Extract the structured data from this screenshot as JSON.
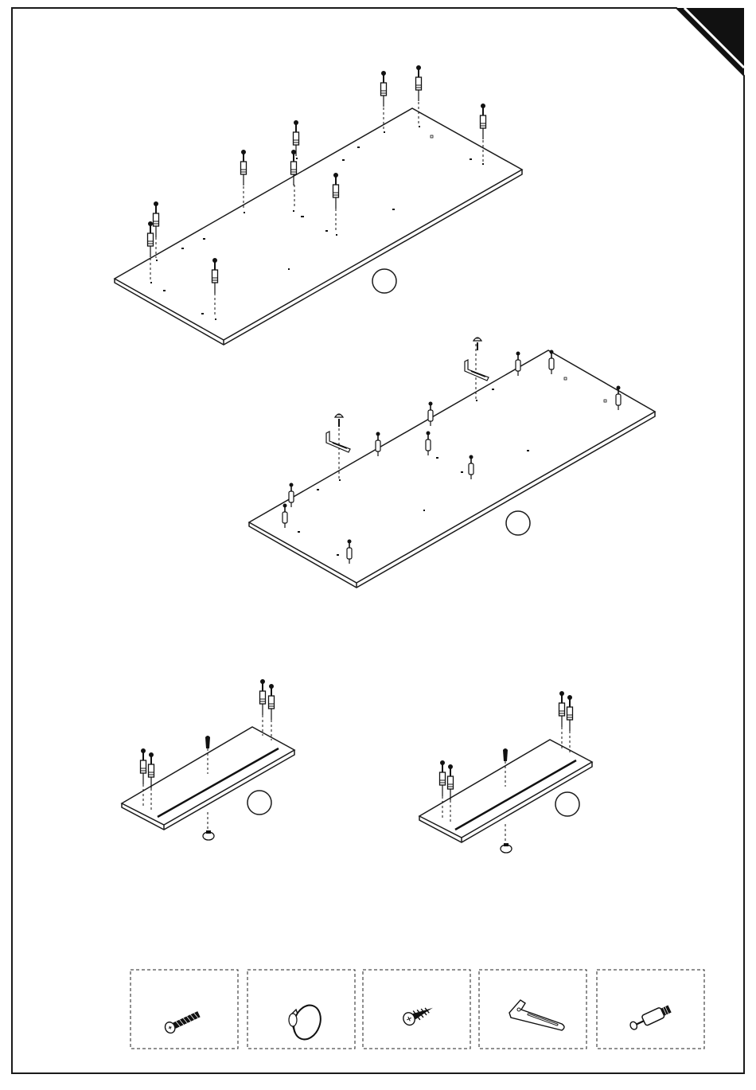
{
  "page": {
    "type": "assembly-instruction-diagram",
    "background": "#ffffff",
    "line_color": "#1a1a1a",
    "corner_tab_color": "#111111"
  },
  "steps": [
    {
      "name": "panel-1",
      "marker_label": "",
      "inserted_parts": [
        "cam-dowel",
        "cam-dowel",
        "cam-dowel",
        "cam-dowel",
        "cam-dowel",
        "cam-dowel",
        "cam-dowel",
        "cam-dowel",
        "cam-dowel",
        "cam-dowel",
        "cam-dowel"
      ]
    },
    {
      "name": "panel-2",
      "marker_label": "",
      "inserted_parts": [
        "cam-dowel",
        "l-bracket",
        "screw",
        "l-bracket",
        "screw"
      ]
    },
    {
      "name": "shelf-left",
      "marker_label": "",
      "inserted_parts": [
        "cam-dowel",
        "bolt",
        "knob"
      ]
    },
    {
      "name": "shelf-right",
      "marker_label": "",
      "inserted_parts": [
        "cam-dowel",
        "bolt",
        "knob"
      ]
    }
  ],
  "hardware_legend": [
    {
      "name": "bolt",
      "icon": "bolt-icon",
      "count_label": ""
    },
    {
      "name": "knob",
      "icon": "knob-icon",
      "count_label": ""
    },
    {
      "name": "screw",
      "icon": "screw-icon",
      "count_label": ""
    },
    {
      "name": "l-bracket",
      "icon": "l-bracket-icon",
      "count_label": ""
    },
    {
      "name": "cam-dowel",
      "icon": "cam-dowel-icon",
      "count_label": ""
    }
  ]
}
